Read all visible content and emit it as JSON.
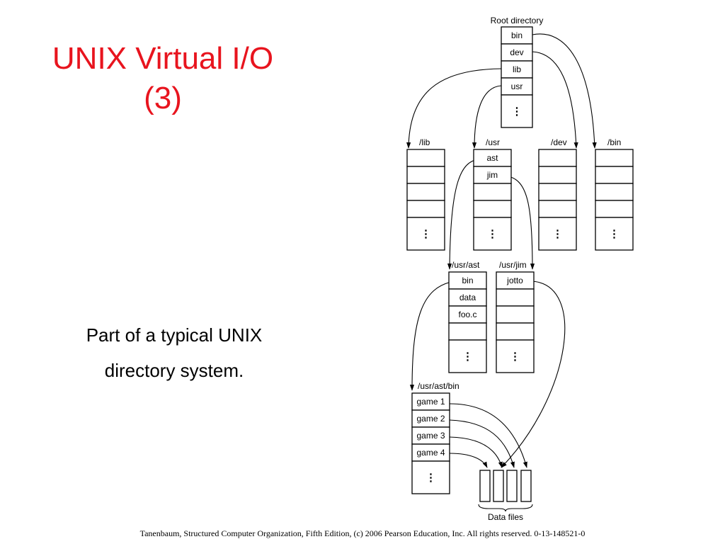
{
  "slide": {
    "title_line1": "UNIX Virtual I/O",
    "title_line2": "(3)",
    "caption_line1": "Part of a typical UNIX",
    "caption_line2": "directory system.",
    "footer": "Tanenbaum, Structured Computer Organization, Fifth Edition, (c) 2006 Pearson Education, Inc. All rights reserved. 0-13-148521-0"
  },
  "diagram": {
    "root": {
      "label": "Root directory",
      "entries": [
        "bin",
        "dev",
        "lib",
        "usr",
        "⋮"
      ]
    },
    "lib": {
      "label": "/lib",
      "entries": [
        "",
        "",
        "",
        "",
        "⋮"
      ]
    },
    "usr": {
      "label": "/usr",
      "entries": [
        "ast",
        "jim",
        "",
        "",
        "⋮"
      ]
    },
    "dev": {
      "label": "/dev",
      "entries": [
        "",
        "",
        "",
        "",
        "⋮"
      ]
    },
    "bin": {
      "label": "/bin",
      "entries": [
        "",
        "",
        "",
        "",
        "⋮"
      ]
    },
    "usr_ast": {
      "label": "/usr/ast",
      "entries": [
        "bin",
        "data",
        "foo.c",
        "",
        "⋮"
      ]
    },
    "usr_jim": {
      "label": "/usr/jim",
      "entries": [
        "jotto",
        "",
        "",
        "",
        "⋮"
      ]
    },
    "usr_ast_bin": {
      "label": "/usr/ast/bin",
      "entries": [
        "game 1",
        "game 2",
        "game 3",
        "game 4",
        "⋮"
      ]
    },
    "data_files_label": "Data files"
  },
  "colors": {
    "title": "#e8141e",
    "text": "#000000",
    "background": "#ffffff"
  }
}
